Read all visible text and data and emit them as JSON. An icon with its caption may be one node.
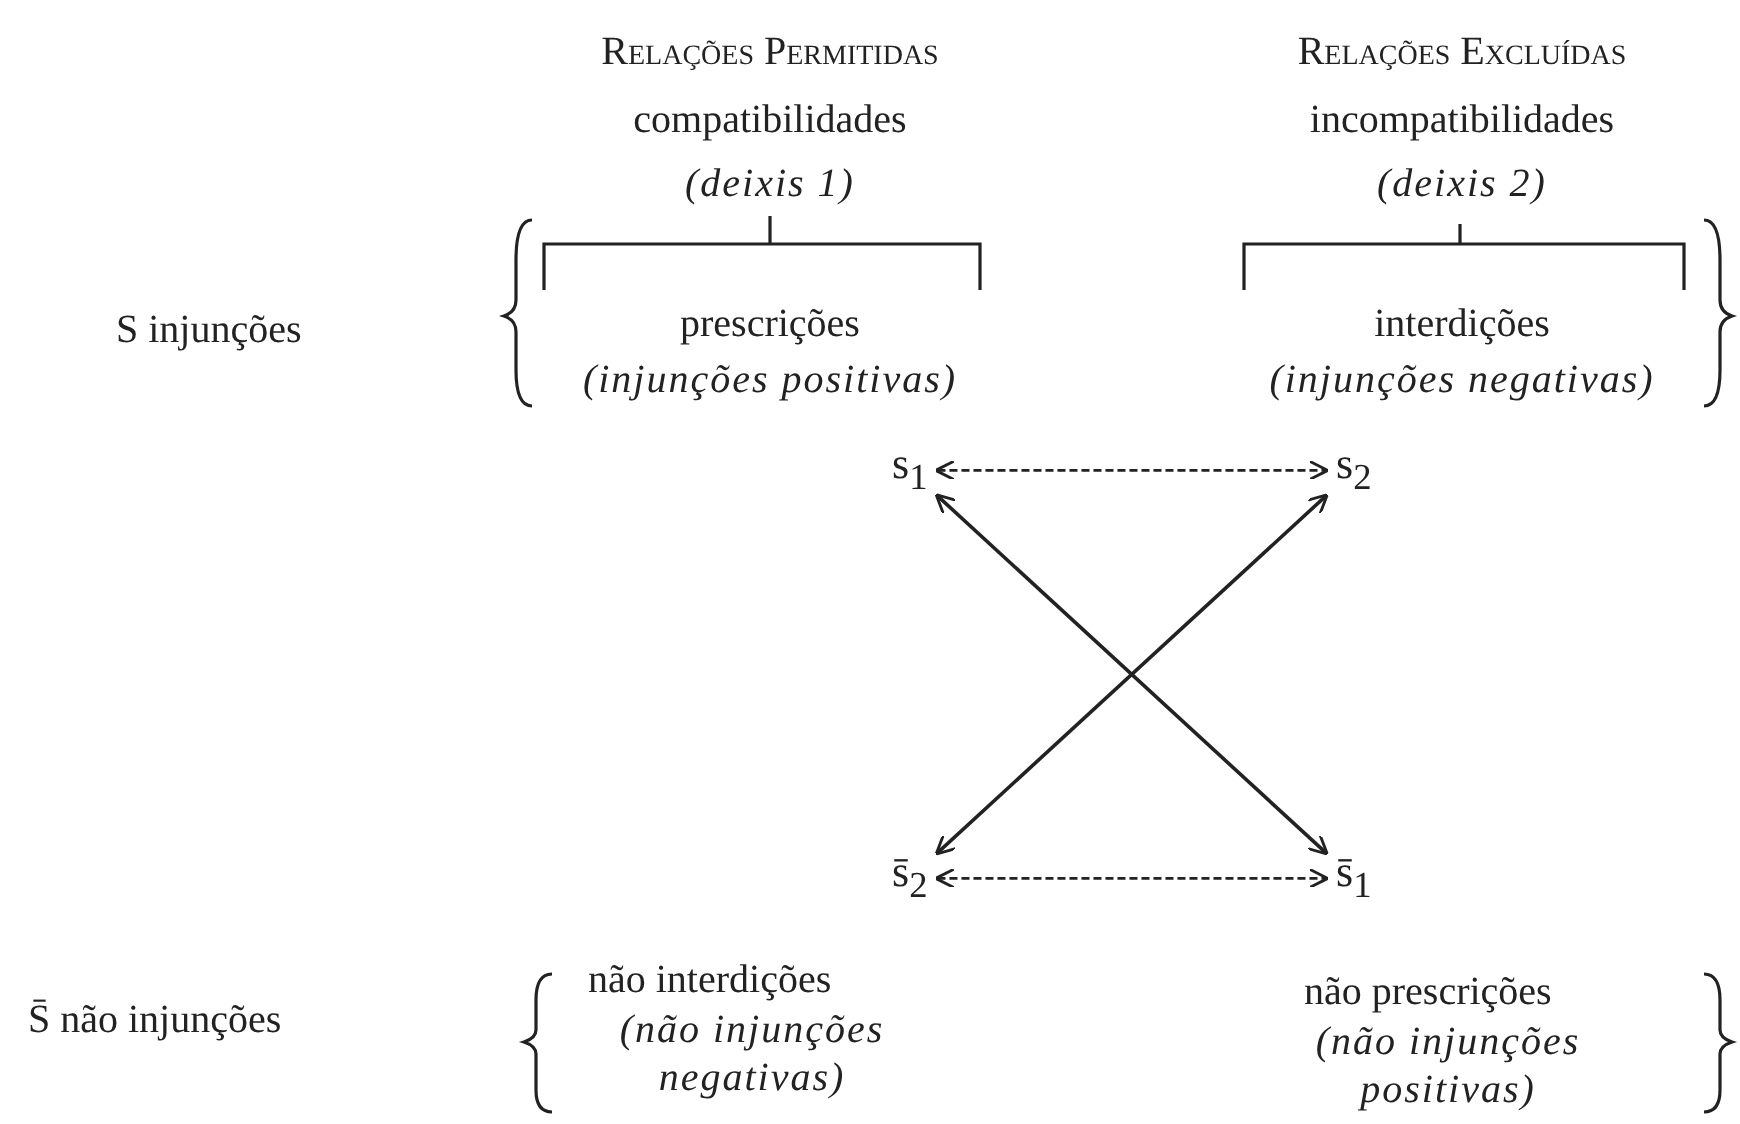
{
  "diagram": {
    "nodes": [
      {
        "text": [
          "s$_{1}$"
        ]
      },
      {
        "text": [
          "s$_{2}$"
        ]
      },
      {
        "text": [
          "s̄$_{2}$"
        ]
      },
      {
        "text": [
          "s̄$_{1}$"
        ]
      }
    ],
    "edges": [
      {
        "from": 0,
        "to": 1,
        "arrow": "both",
        "style": "dashed"
      },
      {
        "from": 0,
        "to": 3,
        "arrow": "both"
      },
      {
        "from": 1,
        "to": 2,
        "arrow": "both"
      },
      {
        "from": 2,
        "to": 3,
        "arrow": "both",
        "style": "dashed"
      }
    ],
    "labels": [
      "Relações Permitidas",
      "compatibilidades",
      "(deixis 1)",
      "Relações Excluídas",
      "incompatibilidades",
      "(deixis 2)",
      "S injunções",
      "prescrições",
      "(injunções positivas)",
      "interdições",
      "(injunções negativas)",
      "S̄ não injunções",
      "não interdições",
      "(não injunções negativas)",
      "não prescrições",
      "(não injunções positivas)"
    ]
  }
}
